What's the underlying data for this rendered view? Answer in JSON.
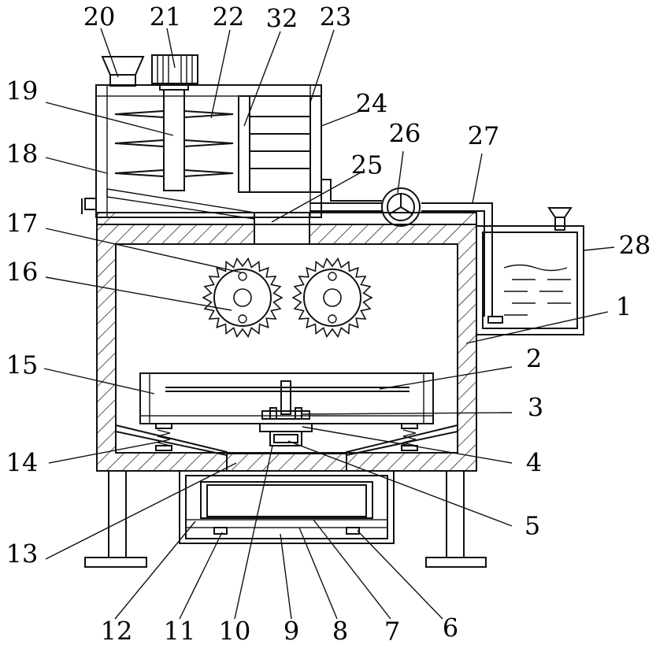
{
  "figure": {
    "labels": [
      "1",
      "2",
      "3",
      "4",
      "5",
      "6",
      "7",
      "8",
      "9",
      "10",
      "11",
      "12",
      "13",
      "14",
      "15",
      "16",
      "17",
      "18",
      "19",
      "20",
      "21",
      "22",
      "23",
      "24",
      "25",
      "26",
      "27",
      "28",
      "32"
    ]
  }
}
